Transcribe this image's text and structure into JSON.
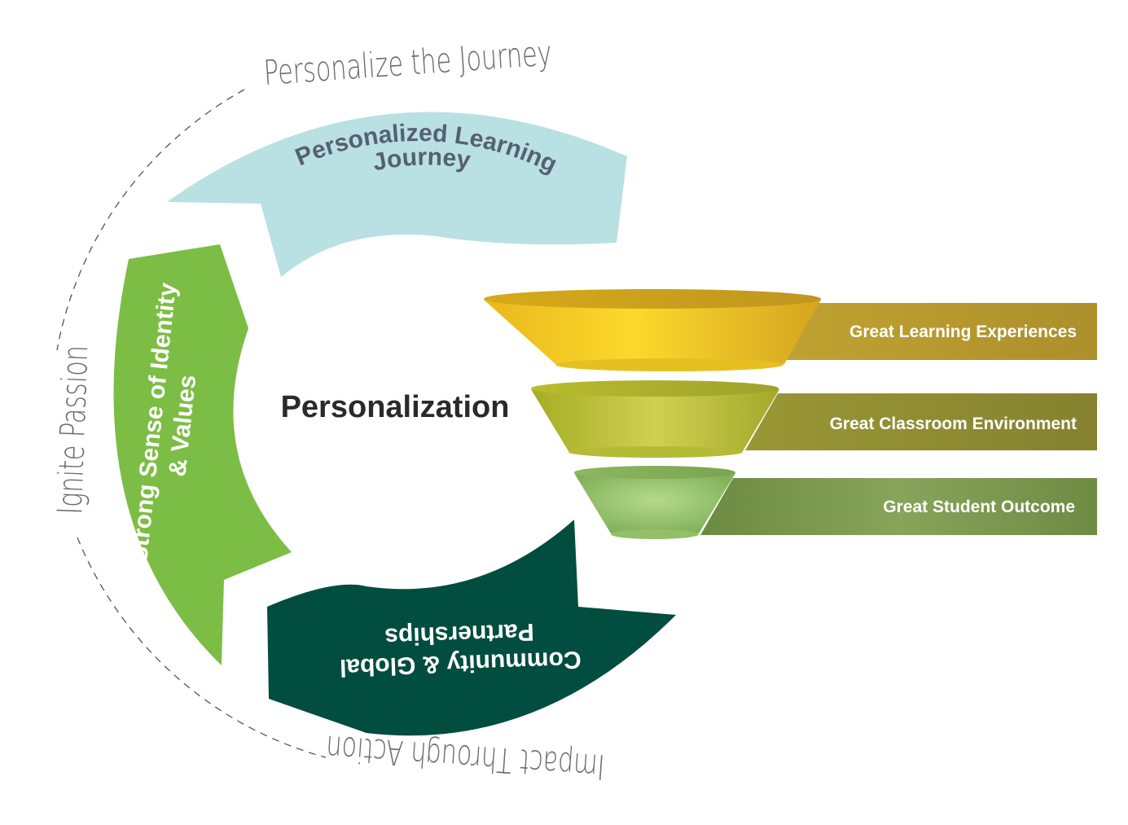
{
  "outer_ring": {
    "top": "Personalize the Journey",
    "left": "Ignite Passion",
    "bottom": "Impact Through Action"
  },
  "arrows": {
    "learning": {
      "line1": "Personalized Learning",
      "line2": "Journey",
      "color": "#b9e0e3",
      "text_color": "#556070"
    },
    "identity": {
      "line1": "Strong Sense of Identity",
      "line2": "& Values",
      "color": "#7cbd45",
      "text_color": "#ffffff"
    },
    "community": {
      "line1": "Community & Global",
      "line2": "Partnerships",
      "color": "#014d3f",
      "text_color": "#ffffff"
    }
  },
  "center": {
    "title": "Personalization"
  },
  "funnel": {
    "levels": [
      {
        "label": "Great Learning Experiences",
        "color": "#f6cd24",
        "band_color": "#b4962d"
      },
      {
        "label": "Great Classroom Environment",
        "color": "#c2c73b",
        "band_color": "#8e8b32"
      },
      {
        "label": "Great Student Outcome",
        "color": "#98c468",
        "band_color": "#6f8c45"
      }
    ]
  },
  "colors": {
    "dashed_ring": "#555555",
    "ring_text": "#6b6b6b",
    "center_text": "#2a2a2a"
  }
}
